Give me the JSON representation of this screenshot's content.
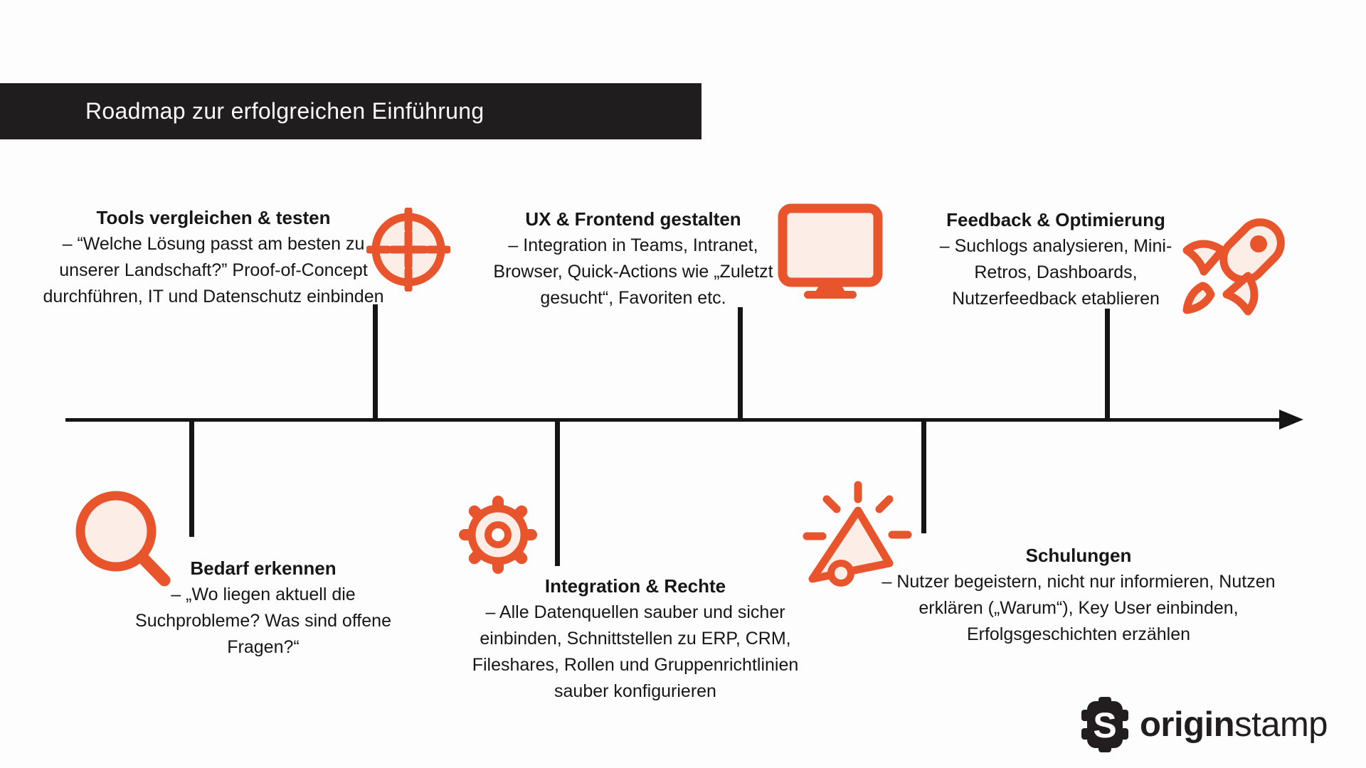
{
  "header": {
    "title": "Roadmap zur erfolgreichen Einführung"
  },
  "timeline": {
    "milestones": [
      {
        "order": 1,
        "side": "below",
        "heading": "Bedarf erkennen",
        "description": "– „Wo liegen aktuell die Suchprobleme? Was sind offene Fragen?“",
        "icon": "magnifier-icon"
      },
      {
        "order": 2,
        "side": "above",
        "heading": "Tools vergleichen & testen",
        "description": "– “Welche Lösung passt am besten zu unserer Landschaft?” Proof-of-Concept durchführen, IT und Datenschutz einbinden",
        "icon": "target-icon"
      },
      {
        "order": 3,
        "side": "below",
        "heading": "Integration & Rechte",
        "description": "– Alle Datenquellen sauber und sicher einbinden, Schnittstellen zu ERP, CRM, Fileshares, Rollen und Gruppenrichtlinien sauber konfigurieren",
        "icon": "gear-icon"
      },
      {
        "order": 4,
        "side": "above",
        "heading": "UX & Frontend gestalten",
        "description": "– Integration in Teams, Intranet, Browser, Quick-Actions wie „Zuletzt gesucht“, Favoriten etc.",
        "icon": "monitor-icon"
      },
      {
        "order": 5,
        "side": "below",
        "heading": "Schulungen",
        "description": "– Nutzer begeistern, nicht nur informieren, Nutzen erklären („Warum“), Key User einbinden, Erfolgsgeschichten erzählen",
        "icon": "megaphone-icon"
      },
      {
        "order": 6,
        "side": "above",
        "heading": "Feedback & Optimierung",
        "description": "– Suchlogs analysieren, Mini-Retros, Dashboards, Nutzerfeedback etablieren",
        "icon": "rocket-icon"
      }
    ]
  },
  "footer": {
    "logo_bold": "origin",
    "logo_light": "stamp"
  },
  "colors": {
    "accent": "#E8542C",
    "accent_fill": "#FCEEE6",
    "title_bar_bg": "#201D1E",
    "timeline": "#151515"
  }
}
